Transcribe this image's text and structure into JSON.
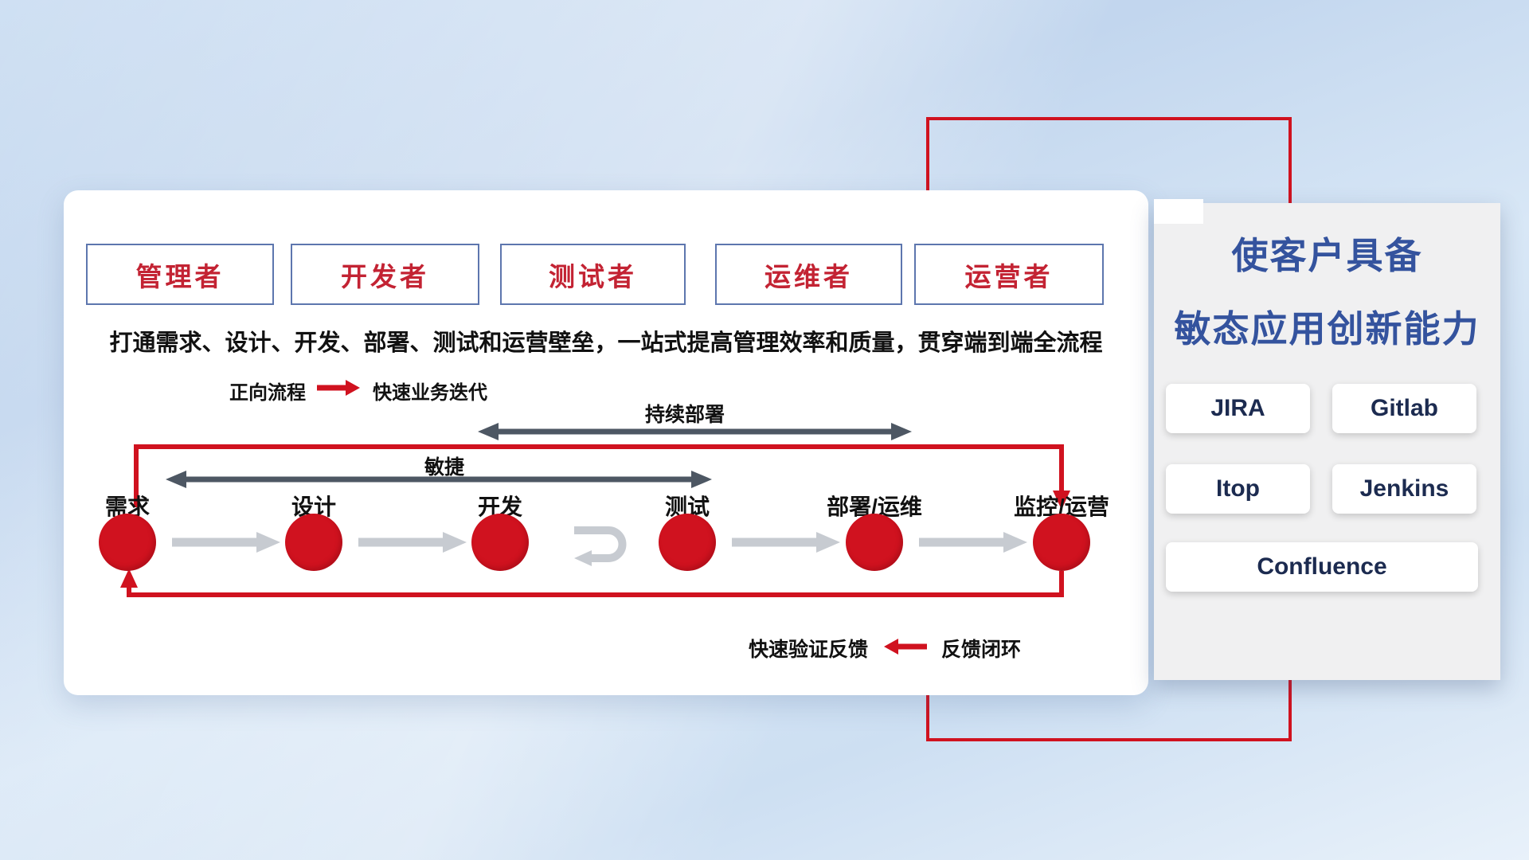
{
  "card": {
    "roles": [
      "管理者",
      "开发者",
      "测试者",
      "运维者",
      "运营者"
    ],
    "description": "打通需求、设计、开发、部署、测试和运营壁垒，一站式提高管理效率和质量，贯穿端到端全流程",
    "legend_forward": {
      "label": "正向流程",
      "value": "快速业务迭代"
    },
    "arrow_continuous": "持续部署",
    "arrow_agile": "敏捷",
    "steps": [
      "需求",
      "设计",
      "开发",
      "测试",
      "部署/运维",
      "监控/运营"
    ],
    "legend_feedback": {
      "label": "快速验证反馈",
      "value": "反馈闭环"
    }
  },
  "side_panel": {
    "title_line1": "使客户具备",
    "title_line2": "敏态应用创新能力",
    "tools": [
      "JIRA",
      "Gitlab",
      "Itop",
      "Jenkins",
      "Confluence"
    ]
  },
  "colors": {
    "accent_red": "#d0121f",
    "role_text": "#c32333",
    "role_border": "#5d76ae",
    "title_blue": "#34539e",
    "dark_arrow": "#4d5763",
    "gray_arrow": "#c7cbd1"
  }
}
